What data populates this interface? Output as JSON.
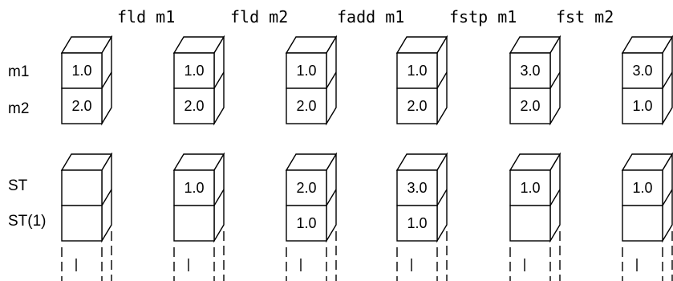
{
  "instructions": [
    "fld m1",
    "fld m2",
    "fadd m1",
    "fstp m1",
    "fst m2"
  ],
  "memory_labels": [
    "m1",
    "m2"
  ],
  "stack_labels": [
    "ST",
    "ST(1)"
  ],
  "states": [
    {
      "memory": [
        "1.0",
        "2.0"
      ],
      "stack": [
        "",
        ""
      ]
    },
    {
      "memory": [
        "1.0",
        "2.0"
      ],
      "stack": [
        "1.0",
        ""
      ]
    },
    {
      "memory": [
        "1.0",
        "2.0"
      ],
      "stack": [
        "2.0",
        "1.0"
      ]
    },
    {
      "memory": [
        "1.0",
        "2.0"
      ],
      "stack": [
        "3.0",
        "1.0"
      ]
    },
    {
      "memory": [
        "3.0",
        "2.0"
      ],
      "stack": [
        "1.0",
        ""
      ]
    },
    {
      "memory": [
        "3.0",
        "1.0"
      ],
      "stack": [
        "1.0",
        ""
      ]
    }
  ]
}
